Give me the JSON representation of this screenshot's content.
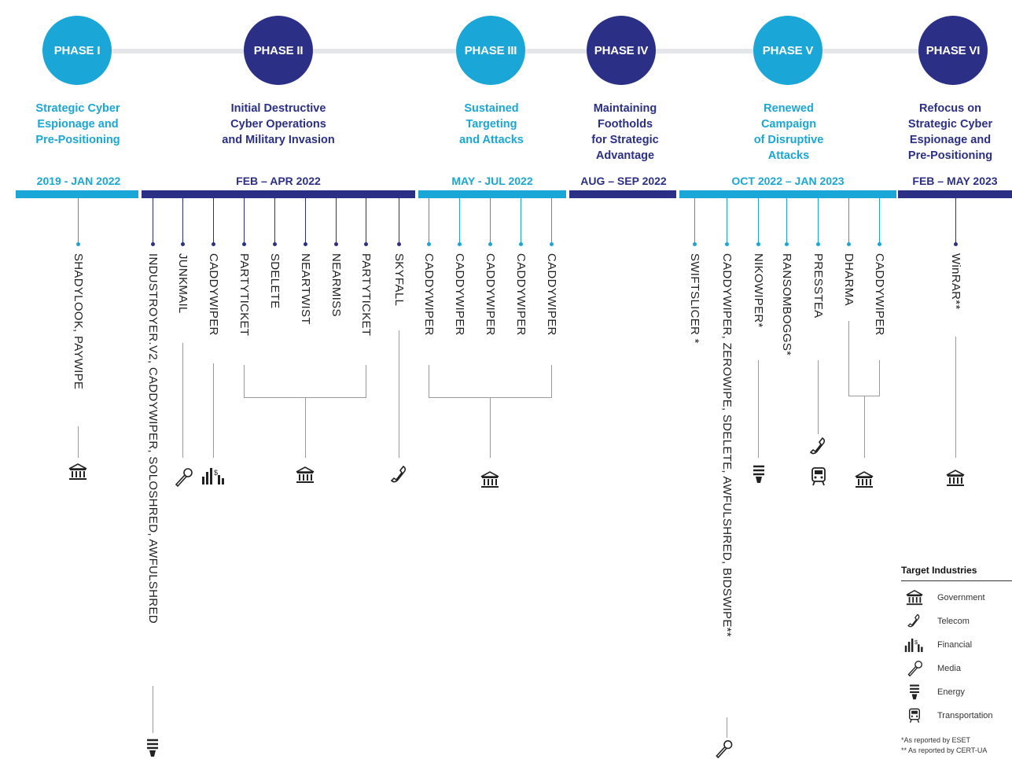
{
  "colors": {
    "light": "#1aa6d6",
    "dark": "#2b2f86"
  },
  "phases": [
    {
      "name": "PHASE I",
      "desc": [
        "Strategic Cyber",
        "Espionage and",
        "Pre-Positioning"
      ],
      "date": "2019 - JAN 2022",
      "tone": "light"
    },
    {
      "name": "PHASE II",
      "desc": [
        "Initial Destructive",
        "Cyber Operations",
        "and Military Invasion"
      ],
      "date": "FEB – APR 2022",
      "tone": "dark"
    },
    {
      "name": "PHASE III",
      "desc": [
        "Sustained",
        "Targeting",
        "and Attacks"
      ],
      "date": "MAY - JUL 2022",
      "tone": "light"
    },
    {
      "name": "PHASE IV",
      "desc": [
        "Maintaining",
        "Footholds",
        "for Strategic",
        "Advantage"
      ],
      "date": "AUG – SEP 2022",
      "tone": "dark"
    },
    {
      "name": "PHASE V",
      "desc": [
        "Renewed",
        "Campaign",
        "of Disruptive",
        "Attacks"
      ],
      "date": "OCT 2022 – JAN 2023",
      "tone": "light"
    },
    {
      "name": "PHASE VI",
      "desc": [
        "Refocus on",
        "Strategic Cyber",
        "Espionage and",
        "Pre-Positioning"
      ],
      "date": "FEB – MAY 2023",
      "tone": "dark"
    }
  ],
  "malware": [
    "SHADYLOOK, PAYWIPE",
    "INDUSTROYER.V2, CADDYWIPER, SOLOSHRED, AWFULSHRED",
    "JUNKMAIL",
    "CADDYWIPER",
    "PARTYTICKET",
    "SDELETE",
    "NEARTWIST",
    "NEARMISS",
    "PARTYTICKET",
    "SKYFALL",
    "CADDYWIPER",
    "CADDYWIPER",
    "CADDYWIPER",
    "CADDYWIPER",
    "CADDYWIPER",
    "SWIFTSLICER *",
    "CADDYWIPER, ZEROWIPE, SDELETE, AWFULSHRED, BIDSWIPE**",
    "NIKOWIPER*",
    "RANSOMBOGGS*",
    "PRESSTEA",
    "DHARMA",
    "CADDYWIPER",
    "WinRAR**"
  ],
  "legend": {
    "title": "Target Industries",
    "items": [
      {
        "icon": "government-icon",
        "label": "Government"
      },
      {
        "icon": "telecom-icon",
        "label": "Telecom"
      },
      {
        "icon": "financial-icon",
        "label": "Financial"
      },
      {
        "icon": "media-icon",
        "label": "Media"
      },
      {
        "icon": "energy-icon",
        "label": "Energy"
      },
      {
        "icon": "transportation-icon",
        "label": "Transportation"
      }
    ],
    "notes": [
      "*As reported by ESET",
      "** As reported by CERT-UA"
    ]
  }
}
